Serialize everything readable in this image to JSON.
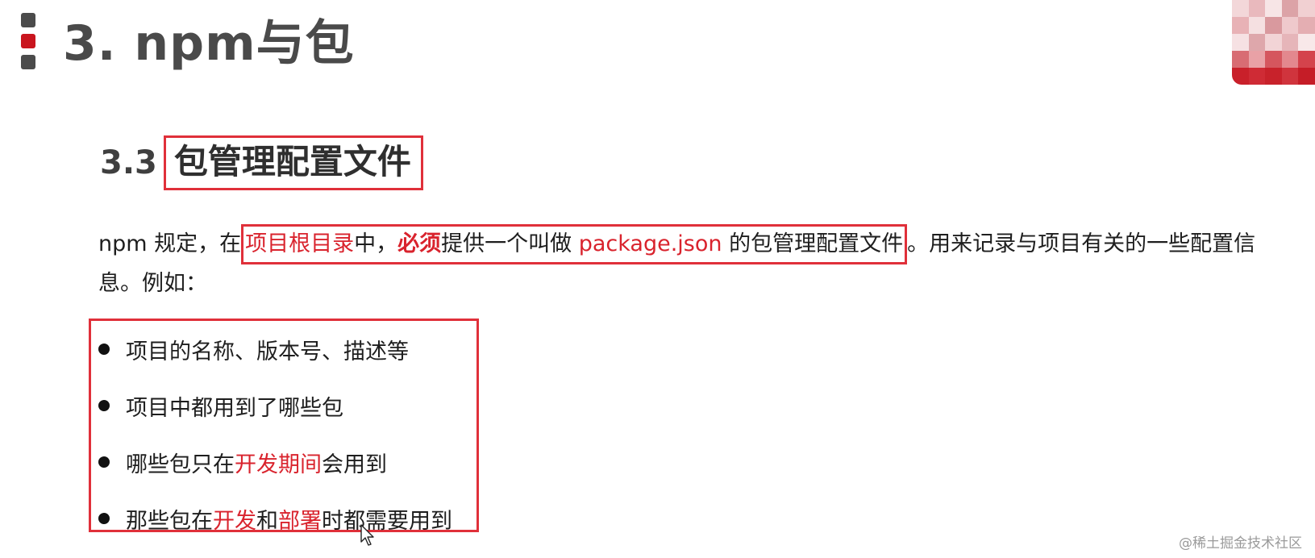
{
  "header": {
    "title": "3. npm与包"
  },
  "section": {
    "number": "3.3",
    "title": "包管理配置文件"
  },
  "paragraph": {
    "lead": "npm 规定，在",
    "root_dir": "项目根目录",
    "mid": "中，",
    "must": "必须",
    "provide": "提供一个叫做 ",
    "filename": "package.json",
    "boxed_end": " 的包管理配置文件",
    "tail": "。用来记录与项目有关的一些配置信息。例如："
  },
  "bullets": [
    {
      "segments": [
        {
          "text": "项目的名称、版本号、描述等",
          "red": false
        }
      ]
    },
    {
      "segments": [
        {
          "text": "项目中都用到了哪些包",
          "red": false
        }
      ]
    },
    {
      "segments": [
        {
          "text": "哪些包只在",
          "red": false
        },
        {
          "text": "开发期间",
          "red": true
        },
        {
          "text": "会用到",
          "red": false
        }
      ]
    },
    {
      "segments": [
        {
          "text": "那些包在",
          "red": false
        },
        {
          "text": "开发",
          "red": true
        },
        {
          "text": "和",
          "red": false
        },
        {
          "text": "部署",
          "red": true
        },
        {
          "text": "时都需要用到",
          "red": false
        }
      ]
    }
  ],
  "footer": {
    "watermark": "@稀土掘金技术社区"
  },
  "colors": {
    "accent_red": "#e0303a",
    "text_red": "#d9232d",
    "title_gray": "#4a4a4a",
    "marker_red": "#c9151e"
  }
}
